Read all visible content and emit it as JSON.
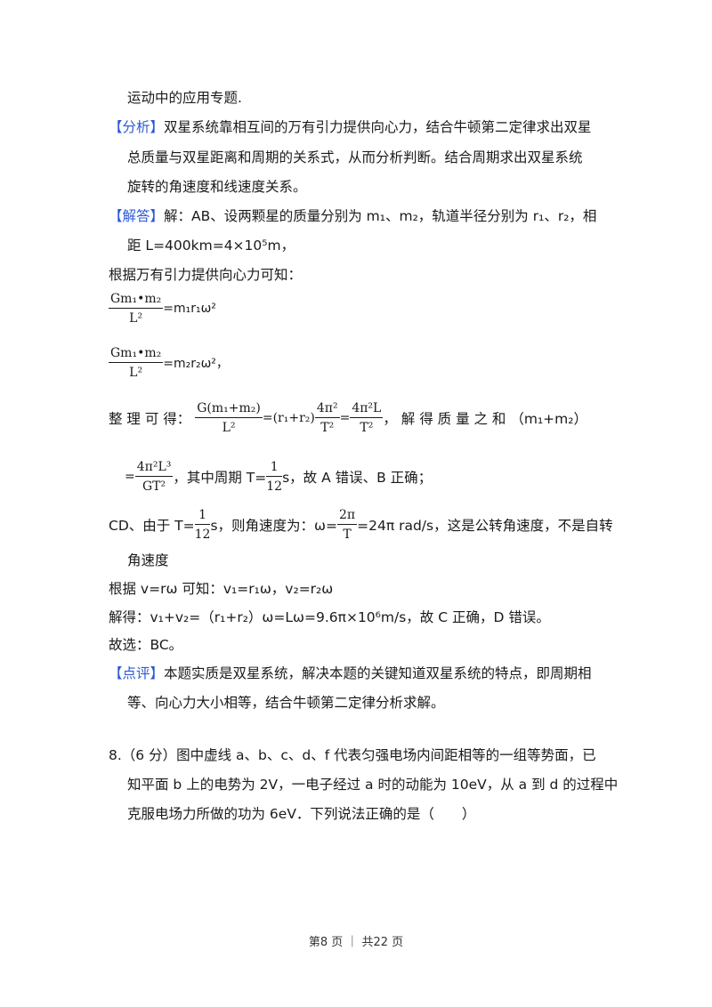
{
  "lines": {
    "l1": "运动中的应用专题.",
    "analysis_tag": "【分析】",
    "analysis_1": "双星系统靠相互间的万有引力提供向心力，结合牛顿第二定律求出双星",
    "analysis_2": "总质量与双星距离和周期的关系式，从而分析判断。结合周期求出双星系统",
    "analysis_3": "旋转的角速度和线速度关系。",
    "answer_tag": "【解答】",
    "answer_1": "解：AB、设两颗星的质量分别为 m₁、m₂，轨道半径分别为 r₁、r₂，相",
    "answer_2": "距 L=400km=4×10⁵m，",
    "answer_3": "根据万有引力提供向心力可知：",
    "eq1_num": "Gm₁•m₂",
    "eq1_den": "L²",
    "eq1_rhs": "=m₁r₁ω²",
    "eq2_num": "Gm₁•m₂",
    "eq2_den": "L²",
    "eq2_rhs": "=m₂r₂ω²，",
    "eq3_prefix": "整 理 可 得：",
    "eq3_f1_num": "G(m₁+m₂)",
    "eq3_f1_den": "L²",
    "eq3_mid": "=(r₁+r₂)",
    "eq3_f2_num": "4π²",
    "eq3_f2_den": "T²",
    "eq3_eq": "=",
    "eq3_f3_num": "4π²L",
    "eq3_f3_den": "T²",
    "eq3_suffix": "， 解 得 质 量 之 和 （m₁+m₂）",
    "eq4_eq": "=",
    "eq4_num": "4π²L³",
    "eq4_den": "GT²",
    "eq4_mid": "，其中周期 T=",
    "eq4_t_num": "1",
    "eq4_t_den": "12",
    "eq4_suffix": "s，故 A 错误、B 正确；",
    "cd_prefix": "CD、由于 T=",
    "cd_t_num": "1",
    "cd_t_den": "12",
    "cd_mid": "s，则角速度为：ω=",
    "cd_w_num": "2π",
    "cd_w_den": "T",
    "cd_suffix": "=24π rad/s，这是公转角速度，不是自转",
    "cd_2": "角速度",
    "v_line": "根据 v=rω 可知：v₁=r₁ω，v₂=r₂ω",
    "solve_line": "解得：v₁+v₂=（r₁+r₂）ω=Lω=9.6π×10⁶m/s，故 C 正确，D 错误。",
    "choice_line": "故选：BC。",
    "comment_tag": "【点评】",
    "comment_1": "本题实质是双星系统，解决本题的关键知道双星系统的特点，即周期相",
    "comment_2": "等、向心力大小相等，结合牛顿第二定律分析求解。",
    "q8_1": "8.（6 分）图中虚线 a、b、c、d、f 代表匀强电场内间距相等的一组等势面，已",
    "q8_2": "知平面 b 上的电势为 2V，一电子经过 a 时的动能为 10eV，从 a 到 d 的过程中",
    "q8_3": "克服电场力所做的功为 6eV．下列说法正确的是（　　）"
  },
  "footer": "第8 页 ｜ 共22 页",
  "colors": {
    "tag": "#2b57d6",
    "text": "#1a1a1a"
  }
}
